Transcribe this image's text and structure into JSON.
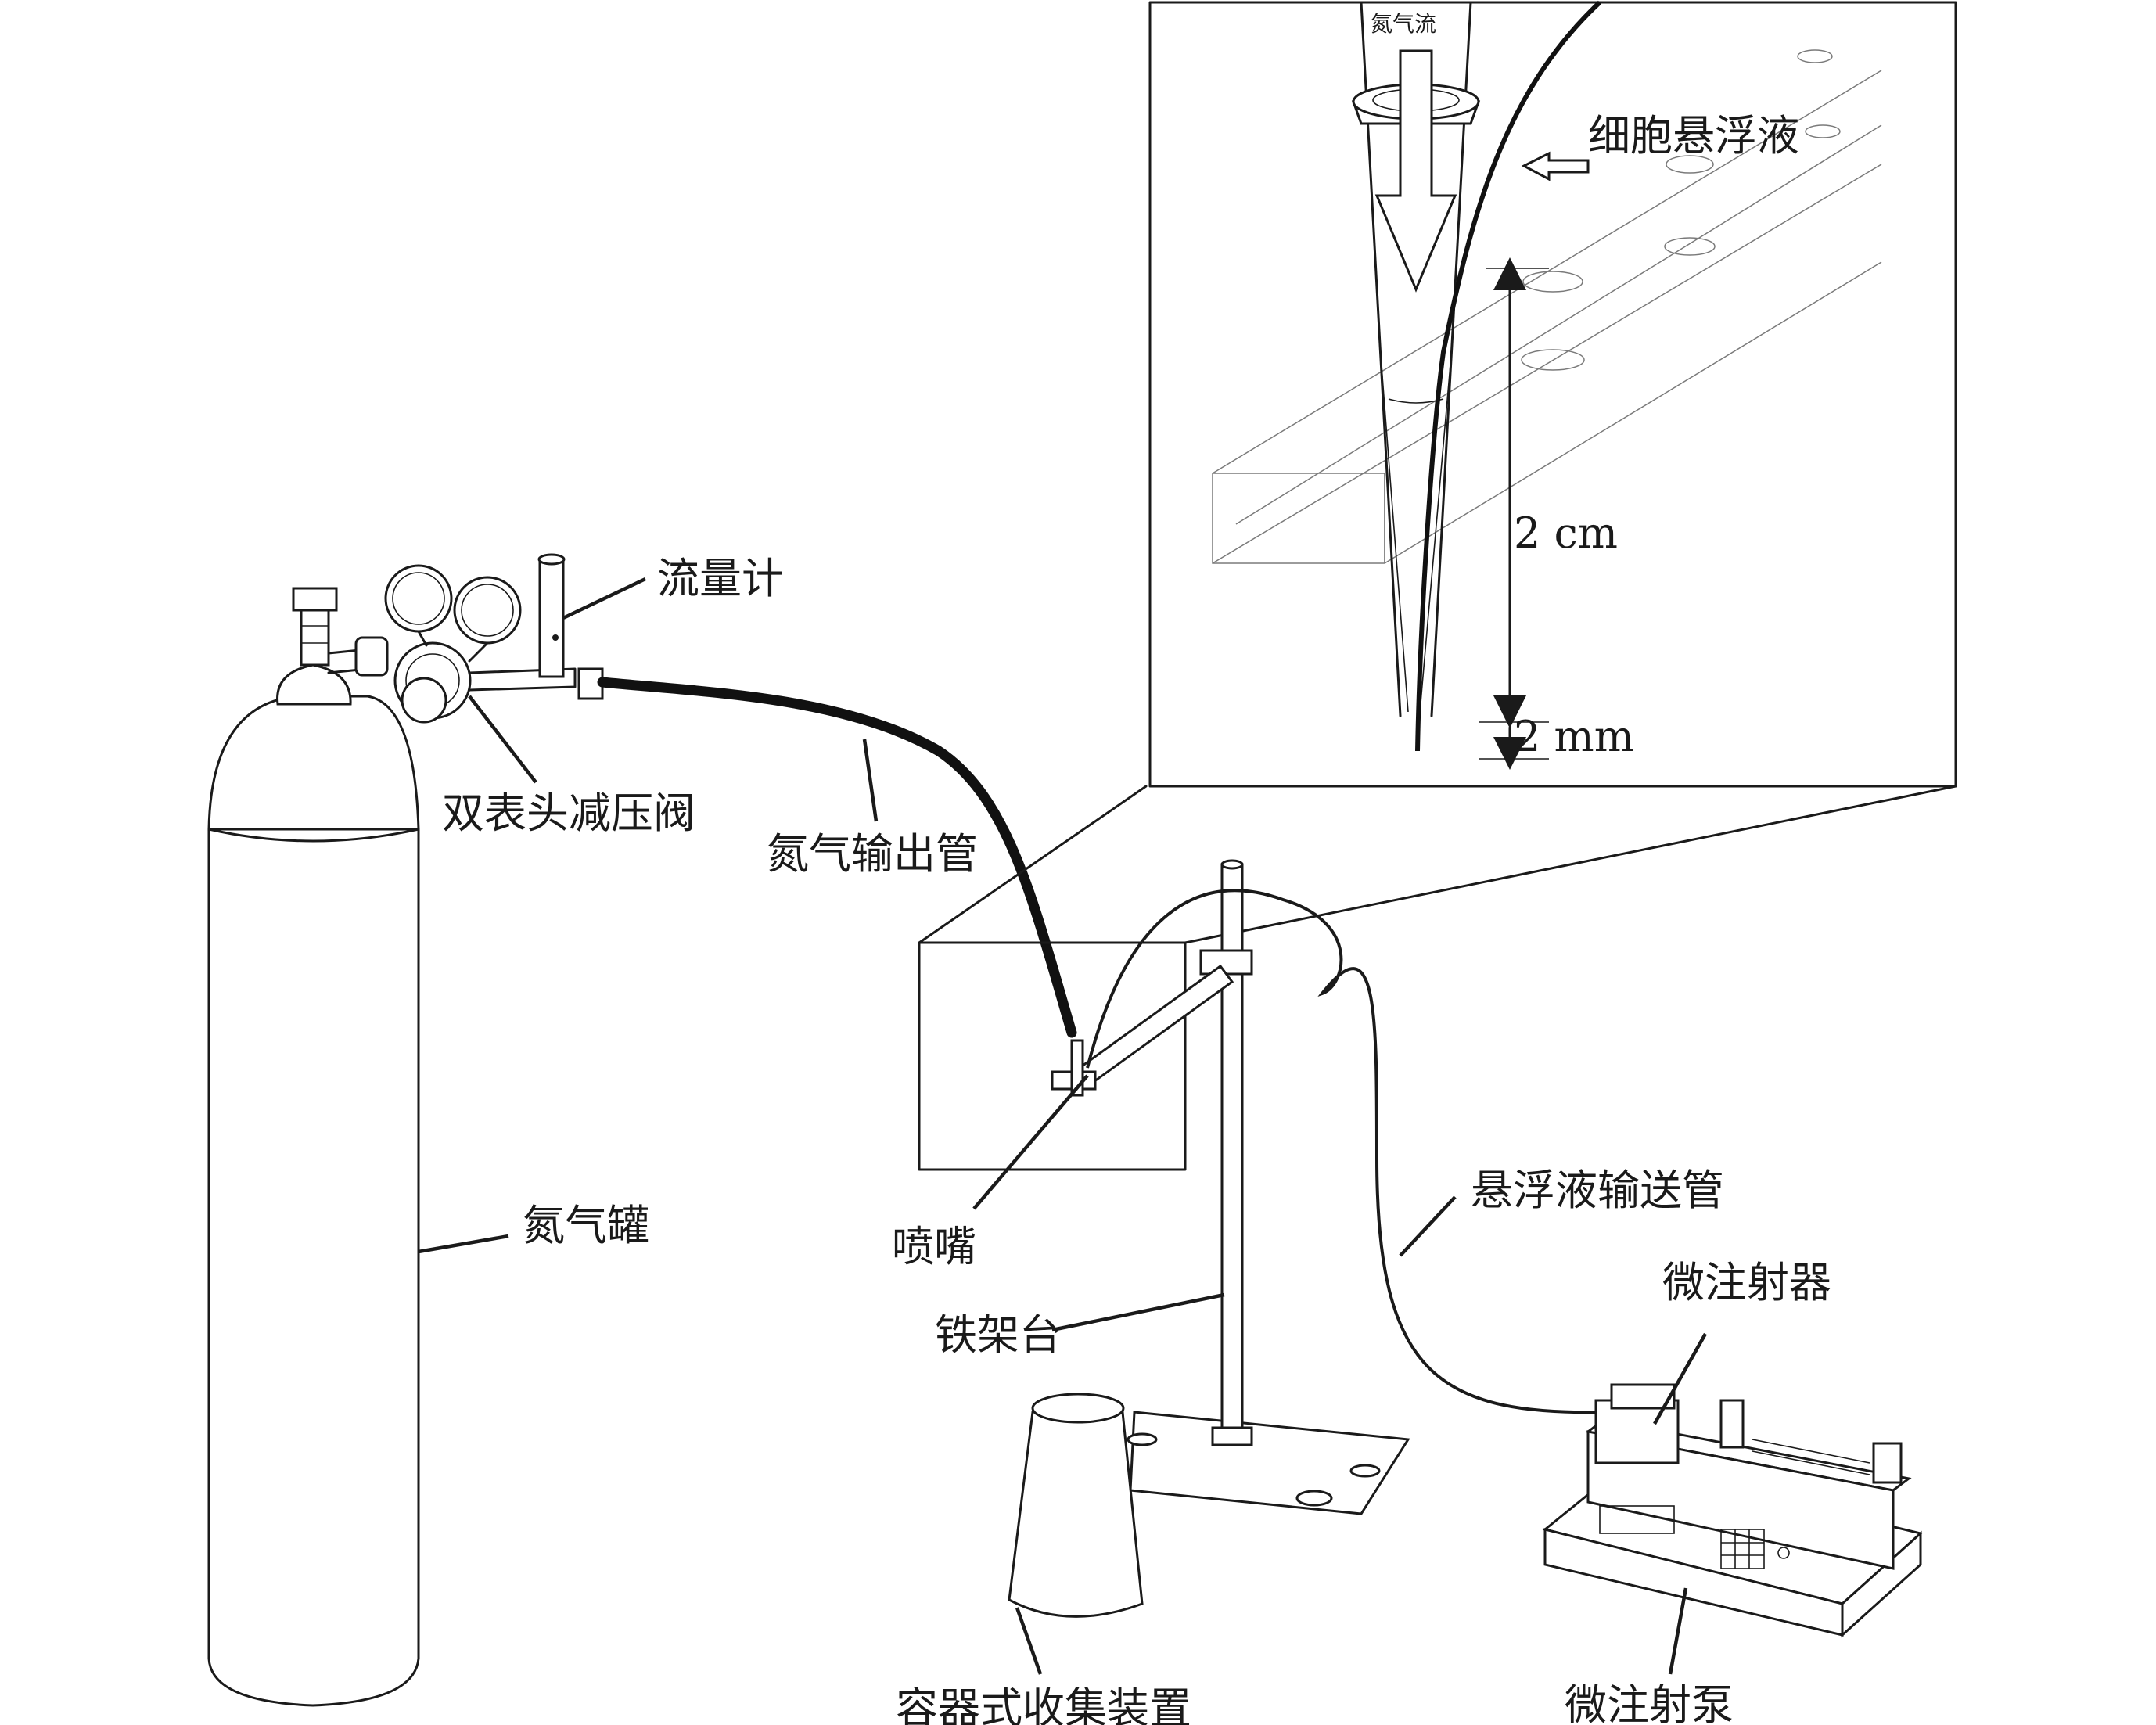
{
  "labels": {
    "flowmeter": "流量计",
    "regulator": "双表头减压阀",
    "nitrogen_hose": "氮气输出管",
    "nitrogen_tank": "氮气罐",
    "nozzle": "喷嘴",
    "iron_stand": "铁架台",
    "collector": "容器式收集装置",
    "suspension_tube": "悬浮液输送管",
    "micro_syringe": "微注射器",
    "syringe_pump": "微注射泵",
    "nitrogen_flow": "氮气流",
    "cell_suspension": "细胞悬浮液",
    "distance_2cm": "2 cm",
    "distance_2mm": "2 mm"
  }
}
